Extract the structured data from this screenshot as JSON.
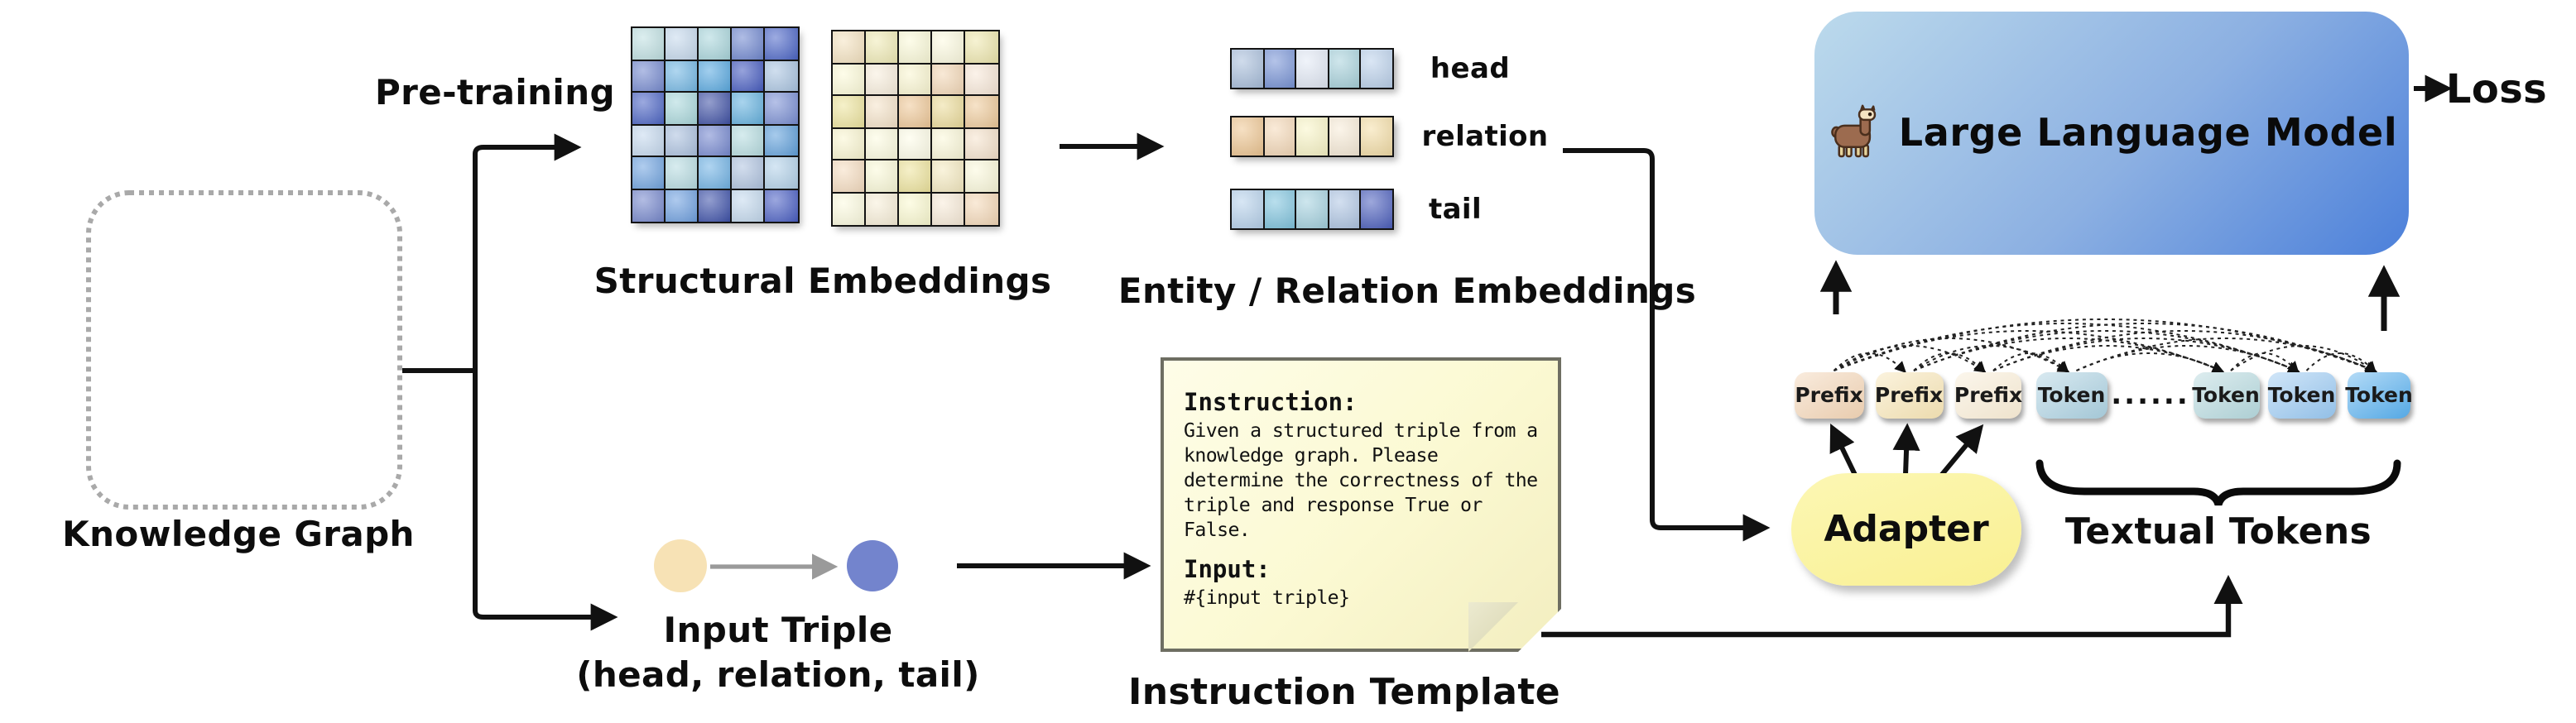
{
  "labels": {
    "pretraining": "Pre-training",
    "knowledge_graph": "Knowledge Graph",
    "structural_embeddings": "Structural Embeddings",
    "entity_relation_embeddings": "Entity / Relation Embeddings",
    "input_triple_title": "Input Triple",
    "input_triple_sub": "(head, relation, tail)",
    "instruction_template": "Instruction Template",
    "adapter": "Adapter",
    "textual_tokens": "Textual Tokens",
    "llm": "Large Language Model",
    "loss": "Loss",
    "dots": "......"
  },
  "note": {
    "heading1": "Instruction:",
    "body1": "Given a structured triple from a knowledge graph. Please determine the correctness of the triple and response True or False.",
    "heading2": "Input:",
    "body2": "#{input triple}"
  },
  "vector_rows": [
    {
      "label": "head",
      "cells": [
        "#A9BFDC",
        "#7793D6",
        "#E3EAF6",
        "#A8D2DC",
        "#BCD2EC"
      ]
    },
    {
      "label": "relation",
      "cells": [
        "#EFC793",
        "#F5D9B8",
        "#FAF6C8",
        "#F8ECD8",
        "#F5DFA8"
      ]
    },
    {
      "label": "tail",
      "cells": [
        "#B7D2EC",
        "#7FC4DE",
        "#A5D2E0",
        "#AFC6E4",
        "#4D60BE"
      ]
    }
  ],
  "matrices": {
    "blue": [
      "#BFE0E2",
      "#C5D9ED",
      "#A9D6DC",
      "#6E86CF",
      "#4C66C8",
      "#7287CE",
      "#6FB5E3",
      "#55A7E0",
      "#4157BE",
      "#A9C4E1",
      "#4A63C4",
      "#A9D8DC",
      "#3D4FA4",
      "#63B1DF",
      "#7A8FD4",
      "#C4D8EE",
      "#A9BFDE",
      "#7285CE",
      "#B5DCE0",
      "#5E9FDB",
      "#6FA3E0",
      "#B7DCE2",
      "#6FB2E5",
      "#AFC3E0",
      "#B3D2EA",
      "#7486CC",
      "#6D9FE0",
      "#3B4FA8",
      "#C3D9EE",
      "#4A5FC4"
    ],
    "yellow": [
      "#F5E3C0",
      "#F0EBB5",
      "#FBFAD8",
      "#FDFBE0",
      "#EFE8AE",
      "#FDFBD8",
      "#F8EEDC",
      "#FAF6D0",
      "#F3D7B5",
      "#F8E8D8",
      "#EEE59E",
      "#F5E3C8",
      "#EFC897",
      "#ECDC9A",
      "#EFCB9B",
      "#FAF6D0",
      "#FDFCE0",
      "#FEFDE8",
      "#FBF8D8",
      "#F6E3CC",
      "#F6DDC0",
      "#FBFAD8",
      "#EEE49C",
      "#F5EAC0",
      "#FCFADC",
      "#FDFCE0",
      "#F8EFD8",
      "#FBFAD0",
      "#F8EBD8",
      "#F5D9B8"
    ]
  },
  "tokens": [
    {
      "label": "Prefix",
      "color": "#F2D4B5"
    },
    {
      "label": "Prefix",
      "color": "#F6E4B5"
    },
    {
      "label": "Prefix",
      "color": "#F8ECD5"
    },
    {
      "label": "Token",
      "color": "#AACFDF"
    },
    {
      "label": "Token",
      "color": "#B4D7DC"
    },
    {
      "label": "Token",
      "color": "#98C7F0"
    },
    {
      "label": "Token",
      "color": "#58AFED"
    }
  ],
  "input_triple": {
    "head_color": "#F7E2B5",
    "tail_color": "#7384CD"
  },
  "kg": {
    "node_colors": [
      "#E2A93B",
      "#D4752E",
      "#EDC845",
      "#B23A1B",
      "#3F4B8C",
      "#9FB6CB",
      "#5C6E22",
      "#D3E2D5"
    ],
    "edge_color": "#9a9a9a"
  },
  "colors": {
    "llm_gradient_start": "#BCDAEC",
    "llm_gradient_end": "#4C80DA",
    "adapter_fill": "#F9F09A",
    "note_fill": "#FBF9D2",
    "arrow": "#111111"
  }
}
